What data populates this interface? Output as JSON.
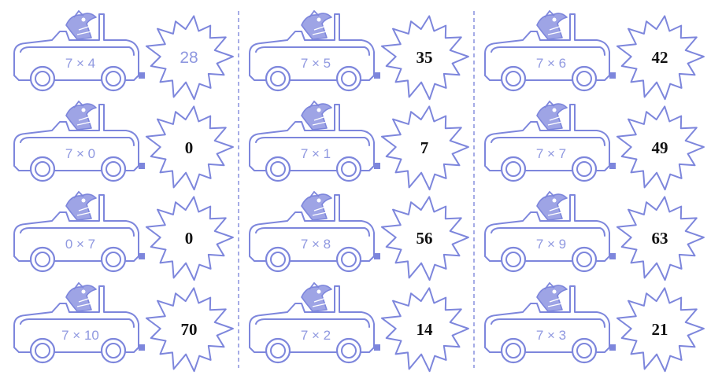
{
  "colors": {
    "line": "#7d86dc",
    "divider": "#8f98e0",
    "answer_dark": "#111111",
    "answer_light": "#8f98e0"
  },
  "columns": [
    {
      "items": [
        {
          "expression": "7 × 4",
          "answer": "28",
          "answer_style": "light"
        },
        {
          "expression": "7 × 0",
          "answer": "0",
          "answer_style": "dark"
        },
        {
          "expression": "0 × 7",
          "answer": "0",
          "answer_style": "dark"
        },
        {
          "expression": "7 × 10",
          "answer": "70",
          "answer_style": "dark"
        }
      ]
    },
    {
      "items": [
        {
          "expression": "7 × 5",
          "answer": "35",
          "answer_style": "dark"
        },
        {
          "expression": "7 × 1",
          "answer": "7",
          "answer_style": "dark"
        },
        {
          "expression": "7 × 8",
          "answer": "56",
          "answer_style": "dark"
        },
        {
          "expression": "7 × 2",
          "answer": "14",
          "answer_style": "dark"
        }
      ]
    },
    {
      "items": [
        {
          "expression": "7 × 6",
          "answer": "42",
          "answer_style": "dark"
        },
        {
          "expression": "7 × 7",
          "answer": "49",
          "answer_style": "dark"
        },
        {
          "expression": "7 × 9",
          "answer": "63",
          "answer_style": "dark"
        },
        {
          "expression": "7 × 3",
          "answer": "21",
          "answer_style": "dark"
        }
      ]
    }
  ]
}
